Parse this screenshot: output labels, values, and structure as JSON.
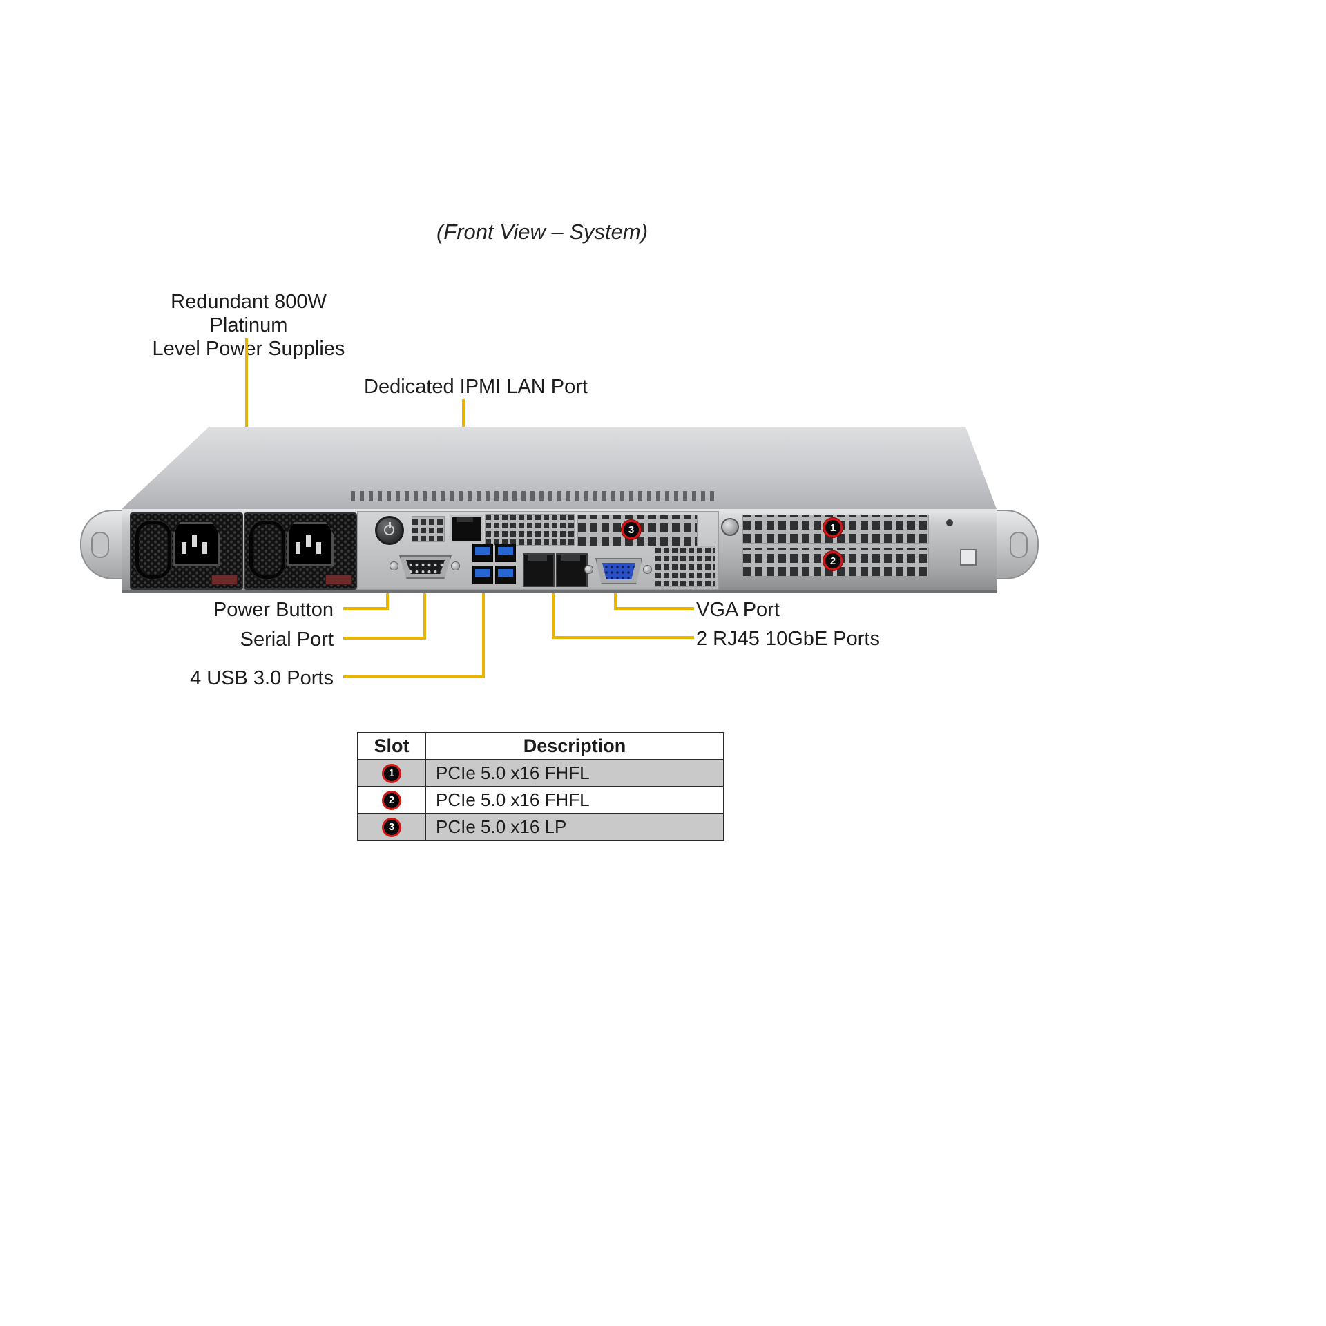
{
  "title": "(Front View – System)",
  "labels": {
    "psu_line1": "Redundant  800W Platinum",
    "psu_line2": "Level Power Supplies",
    "ipmi": "Dedicated IPMI  LAN Port",
    "power_button": "Power Button",
    "serial_port": "Serial Port",
    "usb": "4 USB 3.0 Ports",
    "vga": "VGA Port",
    "rj45": "2 RJ45 10GbE Ports"
  },
  "chassis_badges": {
    "slot1": "1",
    "slot2": "2",
    "slot3": "3"
  },
  "table": {
    "headers": [
      "Slot",
      "Description"
    ],
    "rows": [
      {
        "slot": "1",
        "description": "PCIe 5.0 x16 FHFL"
      },
      {
        "slot": "2",
        "description": "PCIe 5.0 x16 FHFL"
      },
      {
        "slot": "3",
        "description": "PCIe 5.0 x16 LP"
      }
    ]
  },
  "colors": {
    "callout_line": "#e9b303",
    "badge_ring": "#d31616"
  }
}
